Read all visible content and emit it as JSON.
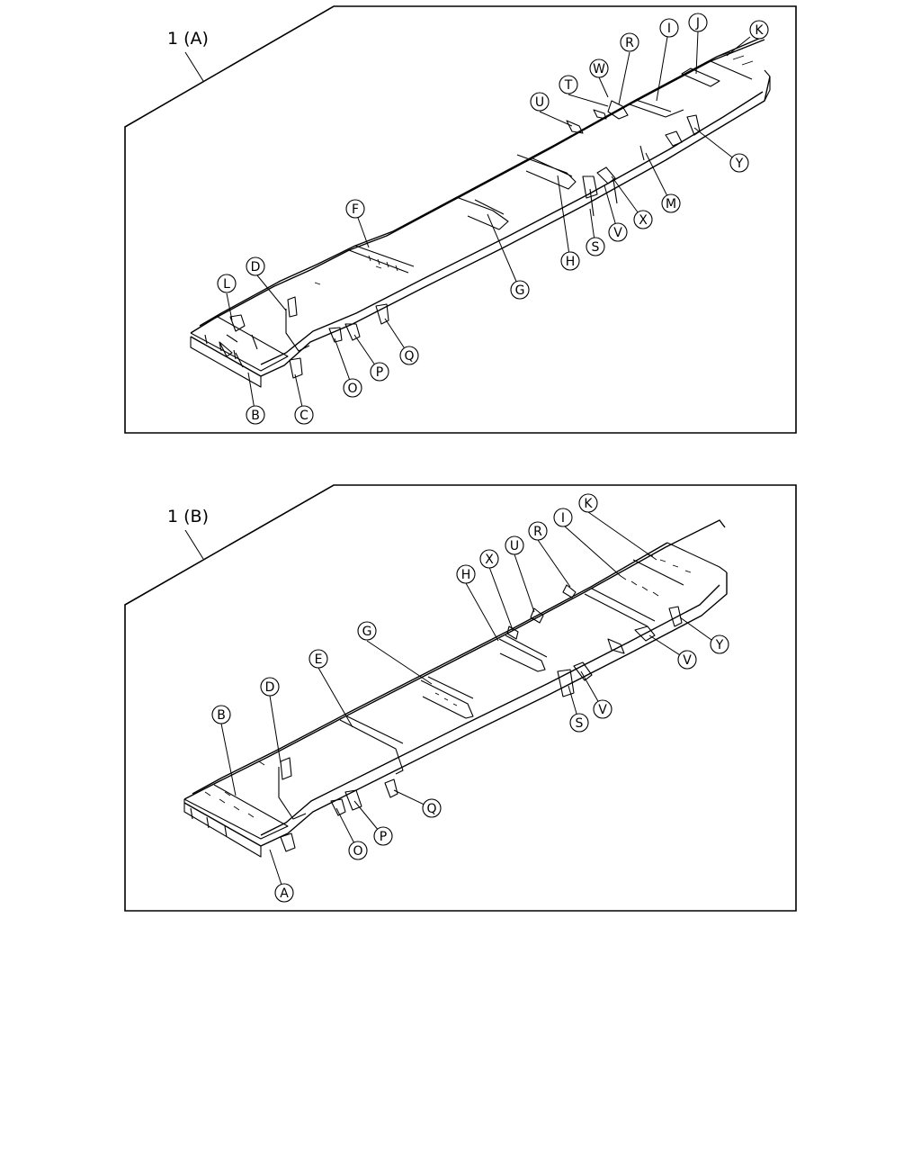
{
  "panels": [
    {
      "title": "1 (A)",
      "callouts": [
        "B",
        "C",
        "D",
        "F",
        "G",
        "H",
        "I",
        "J",
        "K",
        "L",
        "M",
        "O",
        "P",
        "Q",
        "R",
        "S",
        "T",
        "U",
        "V",
        "W",
        "X",
        "Y"
      ]
    },
    {
      "title": "1 (B)",
      "callouts": [
        "A",
        "B",
        "D",
        "E",
        "G",
        "H",
        "I",
        "K",
        "O",
        "P",
        "Q",
        "R",
        "S",
        "U",
        "V",
        "V",
        "X",
        "Y"
      ]
    }
  ]
}
